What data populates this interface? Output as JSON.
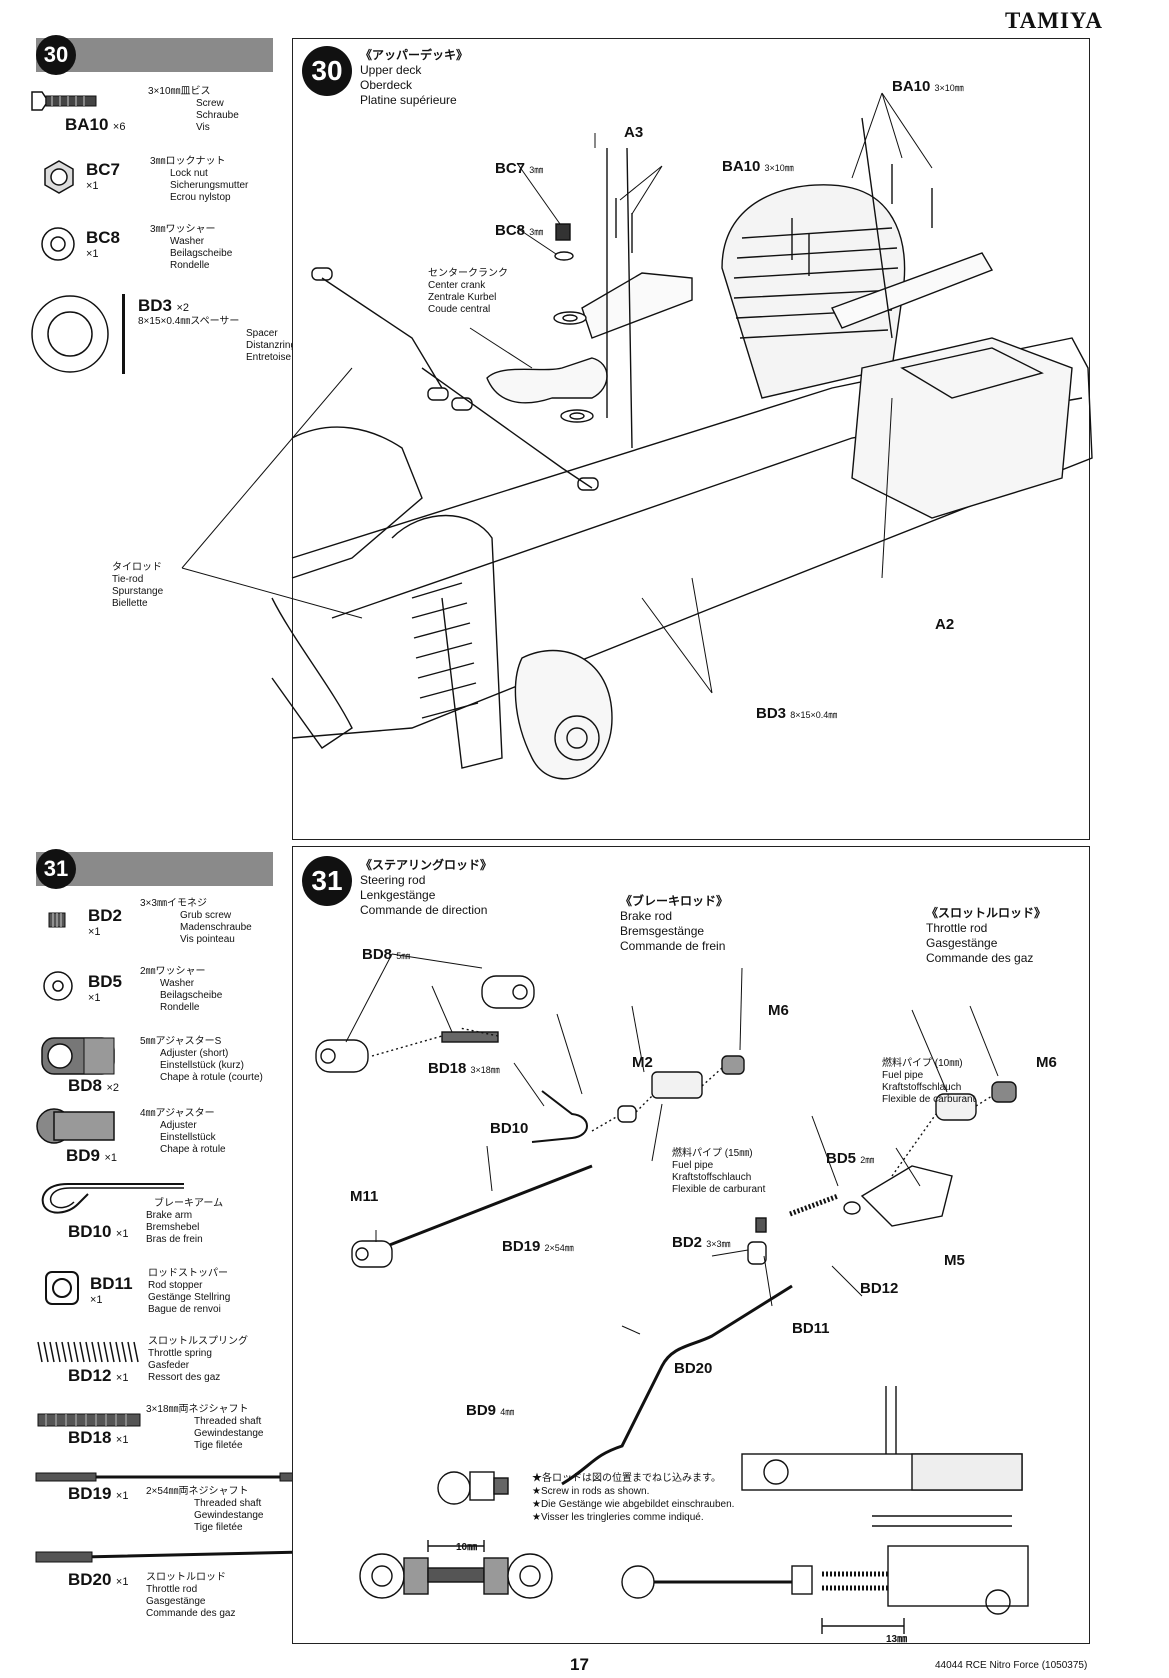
{
  "brand": "TAMIYA",
  "page_number": "17",
  "footer": "44044  RCE Nitro Force (1050375)",
  "step30": {
    "number": "30",
    "title_jp": "《アッパーデッキ》",
    "title_en": "Upper deck",
    "title_de": "Oberdeck",
    "title_fr": "Platine supérieure",
    "parts": [
      {
        "code": "BA10",
        "qty": "×6",
        "jp": "3×10㎜皿ビス",
        "en": "Screw",
        "de": "Schraube",
        "fr": "Vis"
      },
      {
        "code": "BC7",
        "qty": "×1",
        "jp": "3㎜ロックナット",
        "en": "Lock nut",
        "de": "Sicherungsmutter",
        "fr": "Ecrou nylstop"
      },
      {
        "code": "BC8",
        "qty": "×1",
        "jp": "3㎜ワッシャー",
        "en": "Washer",
        "de": "Beilagscheibe",
        "fr": "Rondelle"
      },
      {
        "code": "BD3",
        "qty": "×2",
        "jp": "8×15×0.4㎜スペーサー",
        "en": "Spacer",
        "de": "Distanzring",
        "fr": "Entretoise"
      }
    ],
    "callouts": {
      "ba10_right": "BA10",
      "ba10_right_size": "3×10㎜",
      "a3": "A3",
      "bc7": "BC7",
      "bc7_size": "3㎜",
      "ba10_mid": "BA10",
      "ba10_mid_size": "3×10㎜",
      "bc8": "BC8",
      "bc8_size": "3㎜",
      "a2": "A2",
      "bd3": "BD3",
      "bd3_size": "8×15×0.4㎜"
    },
    "center_crank": {
      "jp": "センタークランク",
      "en": "Center crank",
      "de": "Zentrale Kurbel",
      "fr": "Coude central"
    },
    "tie_rod": {
      "jp": "タイロッド",
      "en": "Tie-rod",
      "de": "Spurstange",
      "fr": "Biellette"
    }
  },
  "step31": {
    "number": "31",
    "steering": {
      "jp": "《ステアリングロッド》",
      "en": "Steering rod",
      "de": "Lenkgestänge",
      "fr": "Commande de direction"
    },
    "brake": {
      "jp": "《ブレーキロッド》",
      "en": "Brake rod",
      "de": "Bremsgestänge",
      "fr": "Commande de frein"
    },
    "throttle": {
      "jp": "《スロットルロッド》",
      "en": "Throttle rod",
      "de": "Gasgestänge",
      "fr": "Commande des gaz"
    },
    "parts": [
      {
        "code": "BD2",
        "qty": "×1",
        "jp": "3×3㎜イモネジ",
        "en": "Grub screw",
        "de": "Madenschraube",
        "fr": "Vis pointeau"
      },
      {
        "code": "BD5",
        "qty": "×1",
        "jp": "2㎜ワッシャー",
        "en": "Washer",
        "de": "Beilagscheibe",
        "fr": "Rondelle"
      },
      {
        "code": "BD8",
        "qty": "×2",
        "jp": "5㎜アジャスターS",
        "en": "Adjuster (short)",
        "de": "Einstellstück (kurz)",
        "fr": "Chape à rotule (courte)"
      },
      {
        "code": "BD9",
        "qty": "×1",
        "jp": "4㎜アジャスター",
        "en": "Adjuster",
        "de": "Einstellstück",
        "fr": "Chape à rotule"
      },
      {
        "code": "BD10",
        "qty": "×1",
        "jp": "ブレーキアーム",
        "en": "Brake arm",
        "de": "Bremshebel",
        "fr": "Bras de frein"
      },
      {
        "code": "BD11",
        "qty": "×1",
        "jp": "ロッドストッパー",
        "en": "Rod stopper",
        "de": "Gestänge Stellring",
        "fr": "Bague de renvoi"
      },
      {
        "code": "BD12",
        "qty": "×1",
        "jp": "スロットルスプリング",
        "en": "Throttle spring",
        "de": "Gasfeder",
        "fr": "Ressort des gaz"
      },
      {
        "code": "BD18",
        "qty": "×1",
        "jp": "3×18㎜両ネジシャフト",
        "en": "Threaded shaft",
        "de": "Gewindestange",
        "fr": "Tige filetée"
      },
      {
        "code": "BD19",
        "qty": "×1",
        "jp": "2×54㎜両ネジシャフト",
        "en": "Threaded shaft",
        "de": "Gewindestange",
        "fr": "Tige filetée"
      },
      {
        "code": "BD20",
        "qty": "×1",
        "jp": "スロットルロッド",
        "en": "Throttle rod",
        "de": "Gasgestänge",
        "fr": "Commande des gaz"
      }
    ],
    "callouts": {
      "bd8": "BD8",
      "bd8_size": "5㎜",
      "bd18": "BD18",
      "bd18_size": "3×18㎜",
      "bd10": "BD10",
      "m11": "M11",
      "bd19": "BD19",
      "bd19_size": "2×54㎜",
      "m2": "M2",
      "m6a": "M6",
      "m6b": "M6",
      "bd5": "BD5",
      "bd5_size": "2㎜",
      "m5": "M5",
      "bd2": "BD2",
      "bd2_size": "3×3㎜",
      "bd12": "BD12",
      "bd11": "BD11",
      "bd20": "BD20",
      "bd9": "BD9",
      "bd9_size": "4㎜"
    },
    "fuel_pipe_15": {
      "jp": "燃料パイプ (15㎜)",
      "en": "Fuel pipe",
      "de": "Kraftstoffschlauch",
      "fr": "Flexible de carburant"
    },
    "fuel_pipe_10": {
      "jp": "燃料パイプ (10㎜)",
      "en": "Fuel pipe",
      "de": "Kraftstoffschlauch",
      "fr": "Flexible de carburant"
    },
    "note": {
      "jp": "★各ロッドは図の位置までねじ込みます。",
      "en": "★Screw in rods as shown.",
      "de": "★Die Gestänge wie abgebildet einschrauben.",
      "fr": "★Visser les tringleries comme indiqué."
    },
    "dim_10": "10㎜",
    "dim_13": "13㎜"
  }
}
